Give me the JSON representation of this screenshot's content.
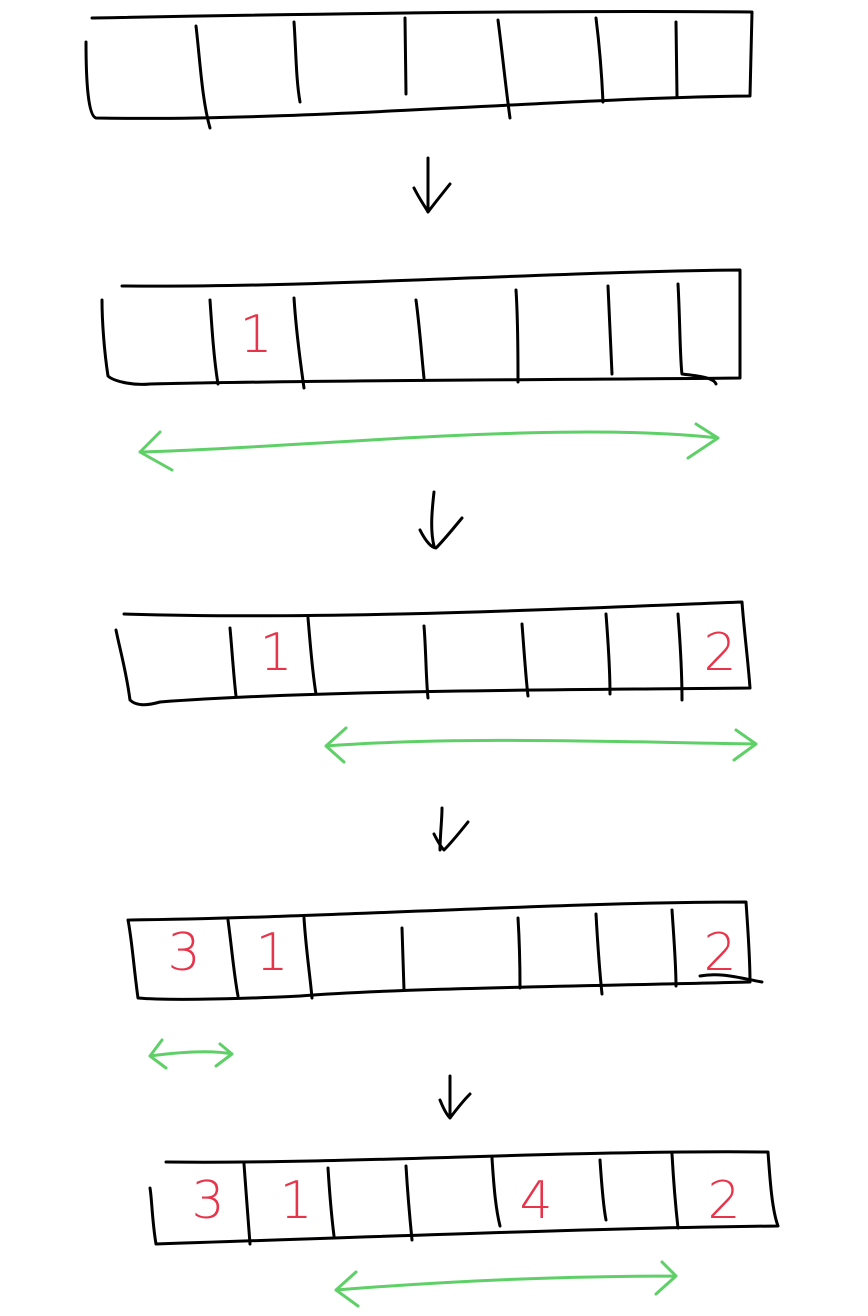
{
  "diagram": {
    "colors": {
      "ink": "#000000",
      "number": "#e8344a",
      "range": "#5fd068"
    },
    "steps": [
      {
        "id": "step-1",
        "slots": [
          "",
          "",
          "",
          "",
          "",
          "",
          ""
        ],
        "range_arrow": false,
        "arrow_after": true
      },
      {
        "id": "step-2",
        "slots": [
          "",
          "1",
          "",
          "",
          "",
          "",
          ""
        ],
        "range_arrow": true,
        "arrow_after": true
      },
      {
        "id": "step-3",
        "slots": [
          "",
          "1",
          "",
          "",
          "",
          "",
          "2"
        ],
        "range_arrow": true,
        "arrow_after": true
      },
      {
        "id": "step-4",
        "slots": [
          "3",
          "1",
          "",
          "",
          "",
          "",
          "2"
        ],
        "range_arrow": true,
        "arrow_after": true
      },
      {
        "id": "step-5",
        "slots": [
          "3",
          "1",
          "",
          "",
          "4",
          "",
          "2"
        ],
        "range_arrow": true,
        "arrow_after": false
      }
    ]
  }
}
